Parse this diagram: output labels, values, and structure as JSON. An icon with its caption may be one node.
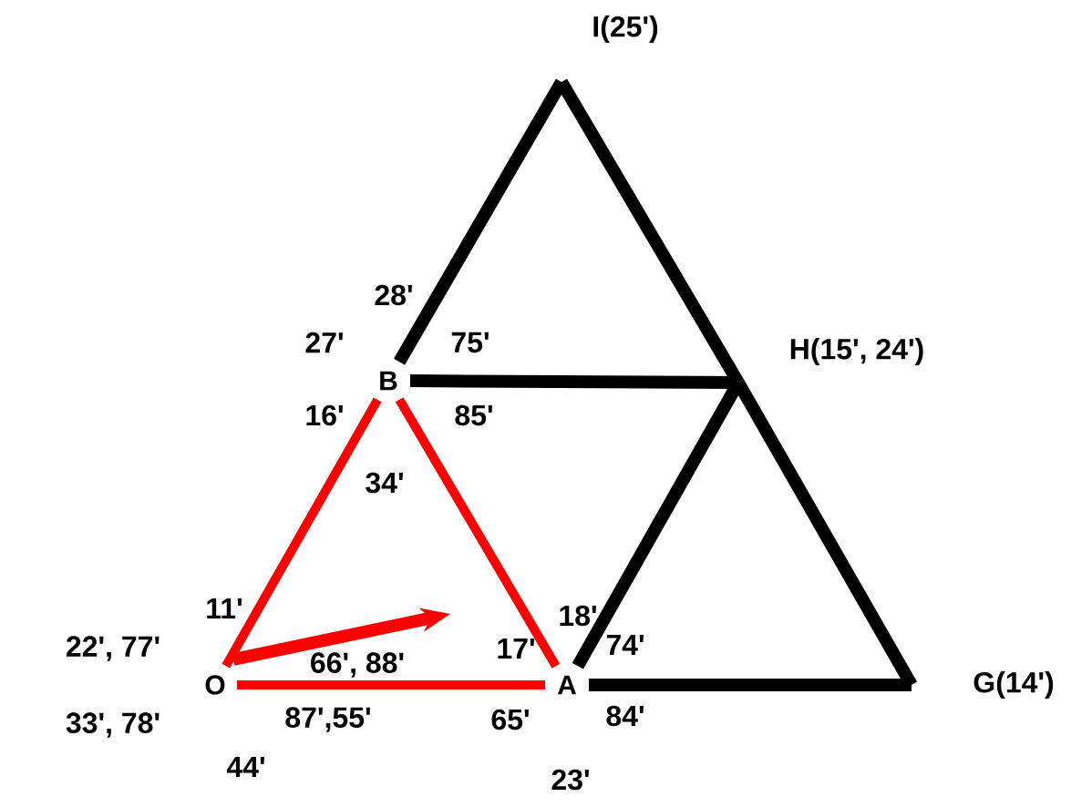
{
  "diagram": {
    "nodes": [
      {
        "text": [
          "O"
        ]
      },
      {
        "text": [
          "A"
        ]
      },
      {
        "text": [
          "B"
        ]
      },
      {
        "text": [
          "H(15', 24')"
        ]
      },
      {
        "text": [
          "I(25')"
        ]
      },
      {
        "text": [
          "G(14')"
        ]
      }
    ],
    "edges": [
      {
        "from": 0,
        "to": 1,
        "arrow": "none",
        "color": "#ff0000"
      },
      {
        "from": 0,
        "to": 2,
        "arrow": "none",
        "color": "#ff0000"
      },
      {
        "from": 2,
        "to": 1,
        "arrow": "none",
        "color": "#ff0000"
      },
      {
        "from": 2,
        "to": 4,
        "arrow": "none"
      },
      {
        "from": 4,
        "to": 3,
        "arrow": "none"
      },
      {
        "from": 2,
        "to": 3,
        "arrow": "none"
      },
      {
        "from": 3,
        "to": 5,
        "arrow": "none"
      },
      {
        "from": 1,
        "to": 3,
        "arrow": "none"
      },
      {
        "from": 1,
        "to": 5,
        "arrow": "none"
      },
      {
        "from": 0,
        "to": null,
        "arrow": "to",
        "color": "#ff0000"
      }
    ],
    "labels": [
      "28'",
      "27'",
      "75'",
      "16'",
      "85'",
      "34'",
      "11'",
      "18'",
      "22', 77'",
      "66', 88'",
      "17'",
      "74'",
      "33', 78'",
      "87',55'",
      "65'",
      "84'",
      "44'",
      "23'"
    ]
  }
}
